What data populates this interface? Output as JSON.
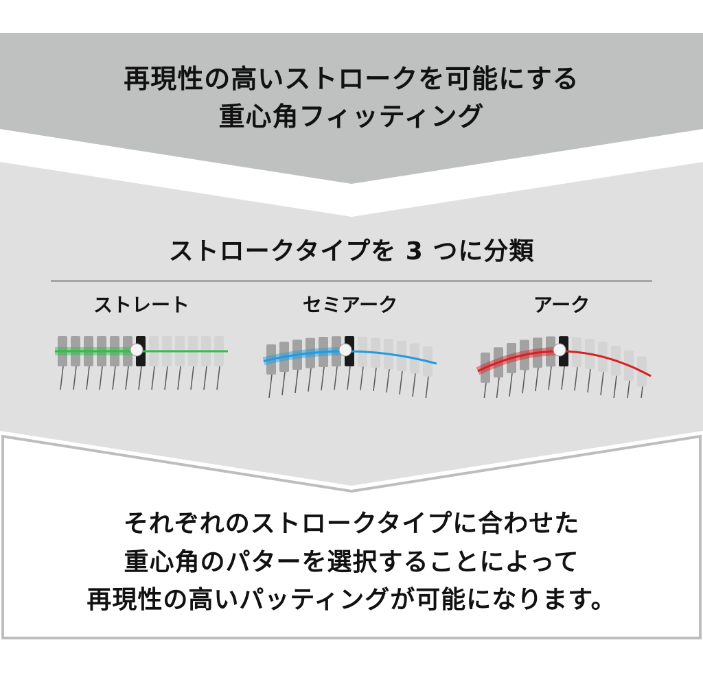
{
  "header": {
    "lines": [
      "再現性の高いストロークを可能にする",
      "重心角フィッティング"
    ]
  },
  "middle": {
    "title": "ストロークタイプを 3 つに分類",
    "types": [
      {
        "label": "ストレート",
        "color": "#2fbf48"
      },
      {
        "label": "セミアーク",
        "color": "#1f9be0"
      },
      {
        "label": "アーク",
        "color": "#d81f24"
      }
    ]
  },
  "bottom": {
    "lines": [
      "それぞれのストロークタイプに合わせた",
      "重心角のパターを選択することによって",
      "再現性の高いパッティングが可能になります。"
    ]
  },
  "colors": {
    "top_band": "#bfc0c0",
    "middle_band": "#e0e0e0",
    "bottom_border": "#bdbdbd",
    "divider": "#a6a6a6"
  }
}
